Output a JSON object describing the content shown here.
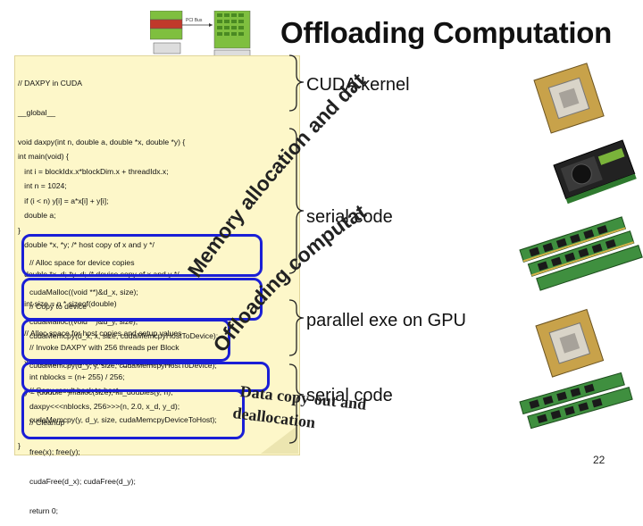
{
  "slide": {
    "title": "Offloading Computation",
    "page_number": "22",
    "thumbnail": {
      "label_top": "PCI Bus"
    }
  },
  "code": {
    "kernel": [
      "// DAXPY in CUDA",
      "__global__",
      "void daxpy(int n, double a, double *x, double *y) {",
      "   int i = blockIdx.x*blockDim.x + threadIdx.x;",
      "   if (i < n) y[i] = a*x[i] + y[i];",
      "}"
    ],
    "main_serial": [
      "int main(void) {",
      "   int n = 1024;",
      "   double a;",
      "   double *x, *y; /* host copy of x and y */",
      "   double *x_d; *y_d; /* device copy of x and y */",
      "   int size = n * sizeof(double)",
      "   // Alloc space for host copies and setup values",
      "   x = (double *)malloc(size); fill_doubles(x, n);",
      "   y = (double *)malloc(size); fill_doubles(y, n);"
    ],
    "alloc": [
      "// Alloc space for device copies",
      "cudaMalloc((void **)&d_x, size);",
      "cudaMalloc((void **)&d_y, size);"
    ],
    "copy": [
      "// Copy to device",
      "cudaMemcpy(d_x, x, size, cudaMemcpyHostToDevice);",
      "cudaMemcpy(d_y, y, size, cudaMemcpyHostToDevice);"
    ],
    "invoke": [
      "// Invoke DAXPY with 256 threads per Block",
      "int nblocks = (n+ 255) / 256;",
      "daxpy<<<nblocks, 256>>>(n, 2.0, x_d, y_d);"
    ],
    "copy_back": [
      "// Copy result back to host",
      "cudaMemcpy(y, d_y, size, cudaMemcpyDeviceToHost);"
    ],
    "cleanup": [
      "// Cleanup",
      "free(x); free(y);",
      "cudaFree(d_x); cudaFree(d_y);",
      "return 0;"
    ],
    "end": "}"
  },
  "labels": {
    "cuda_kernel": "CUDA kernel",
    "serial_code_1": "serial code",
    "parallel": "parallel exe on GPU",
    "serial_code_2": "serial code",
    "arc_memory": "Memory allocation and data copy-in",
    "arc_offloading": "Offloading computation",
    "data_copy_out_1": "Data copy-out and",
    "data_copy_out_2": "deallocation"
  },
  "colors": {
    "highlight": "#1a1fd6",
    "code_bg": "#fdf7c9"
  }
}
